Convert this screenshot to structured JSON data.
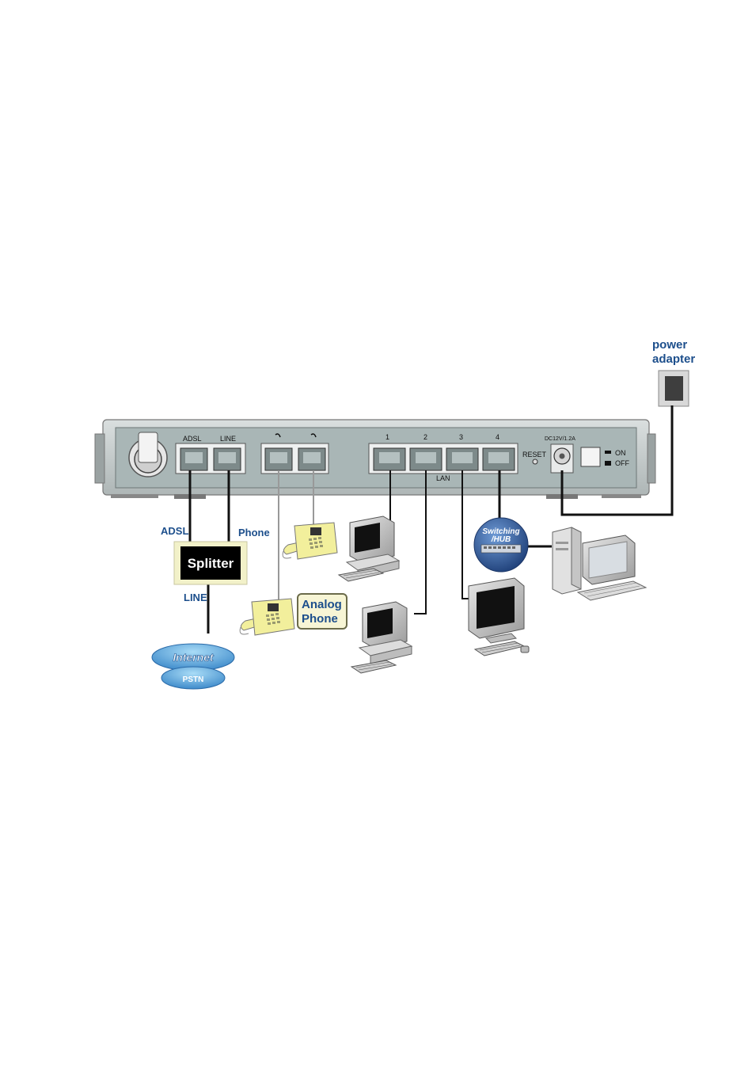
{
  "router": {
    "port_labels": {
      "adsl": "ADSL",
      "line": "LINE",
      "lan_numbers": [
        "1",
        "2",
        "3",
        "4"
      ],
      "lan": "LAN",
      "reset": "RESET",
      "dc": "DC12V/1.2A",
      "on": "ON",
      "off": "OFF"
    }
  },
  "connection_labels": {
    "adsl": "ADSL",
    "phone": "Phone",
    "line": "LINE"
  },
  "splitter": {
    "label": "Splitter"
  },
  "analog_phone": {
    "line1": "Analog",
    "line2": "Phone"
  },
  "switching_hub": {
    "line1": "Switching",
    "line2": "/HUB"
  },
  "internet_cloud": {
    "line1": "Internet",
    "line2": "PSTN"
  },
  "power_adapter": {
    "line1": "power",
    "line2": "adapter"
  },
  "colors": {
    "router_body": "#c6cdcd",
    "router_panel": "#a9b6b6",
    "label_blue": "#1d4f8c",
    "phone_yellow": "#f2ef9c",
    "splitter_bg": "#000000",
    "hub_blue": "#2e5c99",
    "cloud_blue": "#4fa3d8"
  },
  "icons": [
    "router-icon",
    "phone-icon",
    "computer-icon",
    "hub-icon",
    "cloud-icon",
    "power-adapter-icon"
  ]
}
